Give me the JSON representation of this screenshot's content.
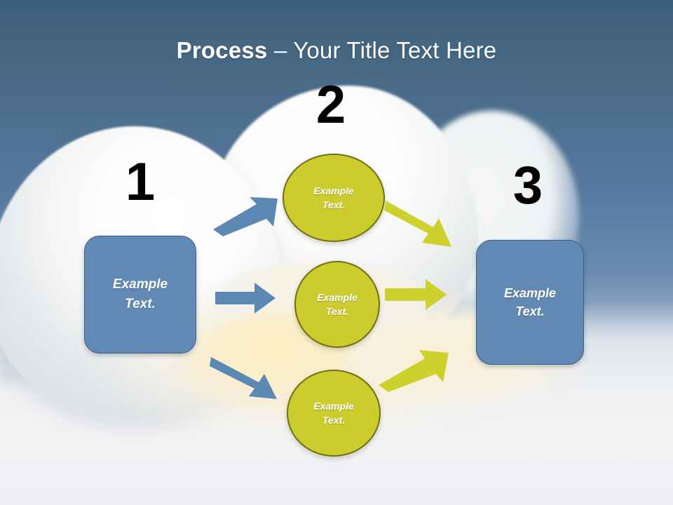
{
  "slide": {
    "title_bold": "Process",
    "title_separator": " – ",
    "title_rest": "Your Title Text Here"
  },
  "colors": {
    "blue_fill": "#6189b3",
    "blue_border": "#3c5e7e",
    "olive_fill": "#cccd2d",
    "olive_border": "#6e6f16",
    "arrow_blue": "#5b89b4",
    "arrow_yellow": "#ccd12e",
    "title_text": "#ffffff",
    "number_text": "#000000",
    "header_gradient_top": "#3d5f7f",
    "header_gradient_bottom": "#c3cfde"
  },
  "steps": [
    {
      "number": "1",
      "label": "Example\nText."
    },
    {
      "number": "2",
      "label": "Example\nText."
    },
    {
      "number": "3",
      "label": "Example\nText."
    }
  ],
  "middle_nodes": [
    {
      "label": "Example\nText."
    },
    {
      "label": "Example\nText."
    },
    {
      "label": "Example\nText."
    }
  ],
  "arrows": {
    "blue": [
      {
        "name": "up-right",
        "direction": "up-right"
      },
      {
        "name": "right",
        "direction": "right"
      },
      {
        "name": "down-right",
        "direction": "down-right"
      }
    ],
    "yellow": [
      {
        "name": "down-right",
        "direction": "down-right"
      },
      {
        "name": "right",
        "direction": "right"
      },
      {
        "name": "up-right",
        "direction": "up-right"
      }
    ]
  }
}
